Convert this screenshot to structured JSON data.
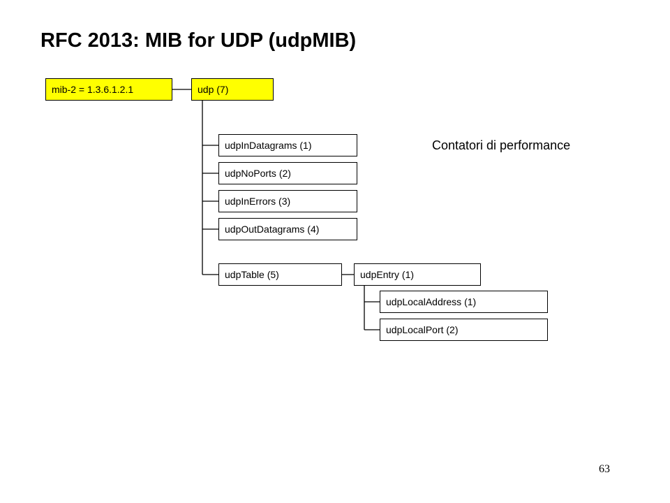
{
  "title": "RFC 2013: MIB for UDP (udpMIB)",
  "root": {
    "parent": "mib-2 = 1.3.6.1.2.1",
    "node": "udp (7)"
  },
  "children": [
    "udpInDatagrams (1)",
    "udpNoPorts (2)",
    "udpInErrors (3)",
    "udpOutDatagrams (4)",
    "udpTable (5)"
  ],
  "entry": "udpEntry (1)",
  "entry_children": [
    "udpLocalAddress (1)",
    "udpLocalPort (2)"
  ],
  "annotation": "Contatori di performance",
  "page_number": "63",
  "colors": {
    "highlight": "#ffff00",
    "border": "#000000",
    "background": "#ffffff"
  }
}
